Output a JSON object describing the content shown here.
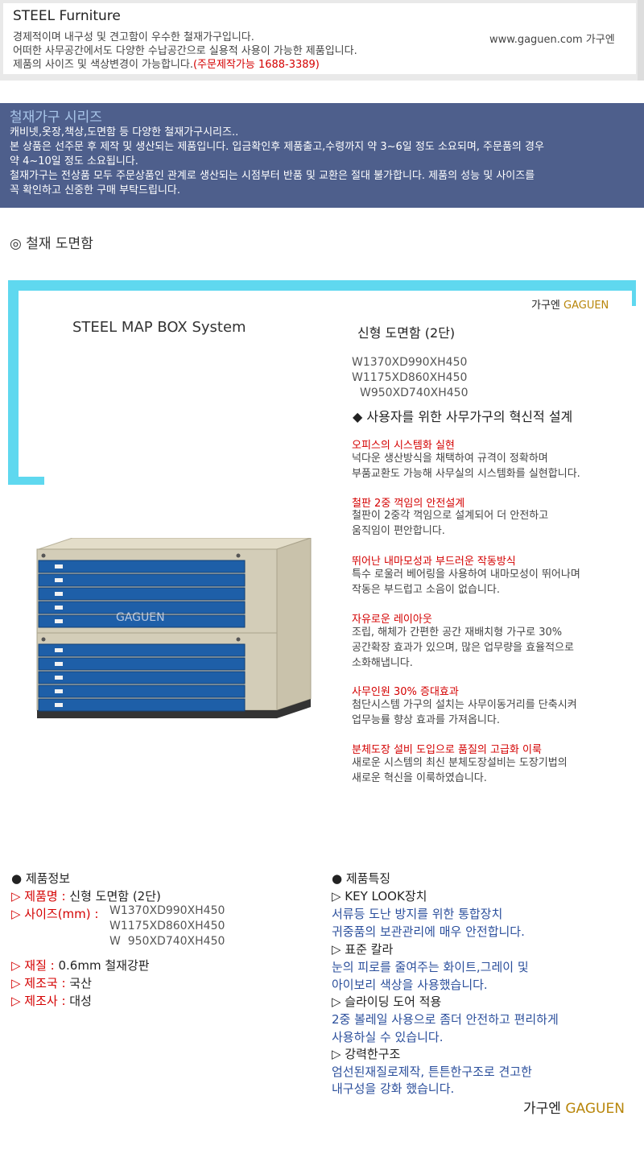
{
  "header": {
    "title": "STEEL Furniture",
    "lines": [
      "경제적이며 내구성 및 견고함이 우수한 철재가구입니다.",
      "어떠한 사무공간에서도 다양한 수납공간으로 실용적 사용이 가능한 제품입니다.",
      "제품의 사이즈 및 색상변경이 가능합니다."
    ],
    "note": "(주문제작가능 1688-3389)",
    "site": "www.gaguen.com 가구엔"
  },
  "banner": {
    "title": "철재가구 시리즈",
    "lines": [
      "캐비넷,옷장,책상,도면함 등 다양한 철재가구시리즈..",
      "본 상품은 선주문 후 제작 및 생산되는 제품입니다.  입금확인후 제품출고,수령까지 약 3~6일 정도 소요되며, 주문품의 경우",
      "약 4~10일 정도 소요됩니다.",
      "철재가구는 전상품 모두 주문상품인 관계로 생산되는 시점부터 반품 및 교환은 절대 불가합니다. 제품의 성능 및 사이즈를",
      "꼭 확인하고 신중한 구매 부탁드립니다."
    ]
  },
  "section_title": "◎ 철재 도면함",
  "brand": {
    "ko": "가구엔 ",
    "en": "GAGUEN"
  },
  "system_title": "STEEL MAP BOX System",
  "product": {
    "name": "신형 도면함 (2단)",
    "sizes": [
      "W1370XD990XH450",
      "W1175XD860XH450",
      "W950XD740XH450"
    ],
    "watermark": "GAGUEN"
  },
  "headline": "◆ 사용자를 위한 사무가구의 혁신적 설계",
  "features": [
    {
      "title": "오피스의 시스템화 실현",
      "desc": [
        "넉다운 생산방식을 채택하여 규격이 정확하며",
        "부품교환도 가능해 사무실의 시스템화를 실현합니다."
      ]
    },
    {
      "title": "철판 2중 꺽임의 안전설계",
      "desc": [
        "철판이 2중각 꺽임으로 설계되어 더 안전하고",
        "움직임이 편안합니다."
      ]
    },
    {
      "title": "뛰어난 내마모성과 부드러운 작동방식",
      "desc": [
        "특수 로울러 베어링을 사용하여 내마모성이 뛰어나며",
        "작동은 부드럽고 소음이 없습니다."
      ]
    },
    {
      "title": "자유로운 레이아웃",
      "desc": [
        "조립, 해체가 간편한 공간 재배치형 가구로 30%",
        "공간확장 효과가 있으며, 많은 업무량을 효율적으로",
        "소화해냅니다."
      ]
    },
    {
      "title": "사무인원 30% 증대효과",
      "desc": [
        "첨단시스템 가구의 설치는 사무이동거리를 단축시켜",
        "업무능률 향상 효과를 가져옵니다."
      ]
    },
    {
      "title": "분체도장 설비 도입으로 품질의 고급화 이룩",
      "desc": [
        "새로운 시스템의 최신 분체도장설비는 도장기법의",
        "새로운 혁신을 이룩하였습니다."
      ]
    }
  ],
  "info": {
    "heading": "● 제품정보",
    "name_label": "▷ 제품명 : ",
    "name_value": "신형 도면함 (2단)",
    "size_label": "▷ 사이즈(mm) : ",
    "sizes": [
      "W1370XD990XH450",
      "W1175XD860XH450",
      "W  950XD740XH450"
    ],
    "material_label": "▷ 재질 : ",
    "material_value": "0.6mm 철재강판",
    "country_label": "▷ 제조국 : ",
    "country_value": "국산",
    "maker_label": "▷ 제조사 : ",
    "maker_value": "대성"
  },
  "features2": {
    "heading": "● 제품특징",
    "items": [
      {
        "title": "▷ KEY LOOK장치",
        "desc": [
          "서류등 도난 방지를 위한 통합장치",
          "귀중품의 보관관리에 매우 안전합니다."
        ]
      },
      {
        "title": "▷ 표준 칼라",
        "desc": [
          "눈의 피로를 줄여주는 화이트,그레이 및",
          "아이보리 색상을 사용했습니다."
        ]
      },
      {
        "title": "▷ 슬라이딩 도어 적용",
        "desc": [
          "2중 볼레일 사용으로 좀더 안전하고 편리하게",
          "사용하실 수 있습니다."
        ]
      },
      {
        "title": "▷ 강력한구조",
        "desc": [
          "엄선된재질로제작, 튼튼한구조로 견고한",
          "내구성을 강화 했습니다."
        ]
      }
    ]
  },
  "colors": {
    "banner": "#4e5f8c",
    "cyan": "#5fd8ef",
    "red": "#d40000",
    "blue_text": "#2b4f9c",
    "drawer": "#1e5fa8",
    "cabinet": "#d3cdb8"
  }
}
